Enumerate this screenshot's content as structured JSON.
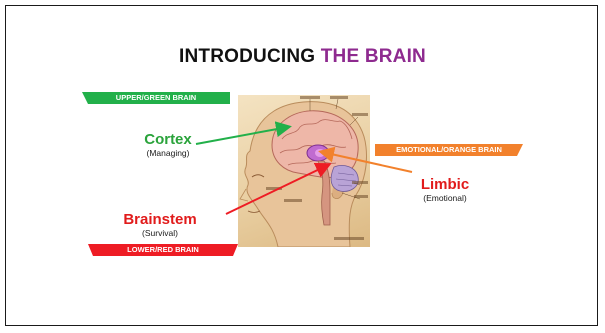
{
  "slide": {
    "title_prefix": "INTRODUCING ",
    "title_accent": "THE BRAIN"
  },
  "banners": {
    "upper": "UPPER/GREEN BRAIN",
    "emotional": "EMOTIONAL/ORANGE BRAIN",
    "lower": "LOWER/RED BRAIN"
  },
  "labels": {
    "cortex": {
      "name": "Cortex",
      "role": "(Managing)"
    },
    "limbic": {
      "name": "Limbic",
      "role": "(Emotional)"
    },
    "brainstem": {
      "name": "Brainstem",
      "role": "(Survival)"
    }
  },
  "colors": {
    "green": "#22b04a",
    "orange": "#f2812c",
    "red": "#ee1c24",
    "purple": "#8e2a8f"
  },
  "image": {
    "subject": "brain-anatomy-illustration"
  }
}
